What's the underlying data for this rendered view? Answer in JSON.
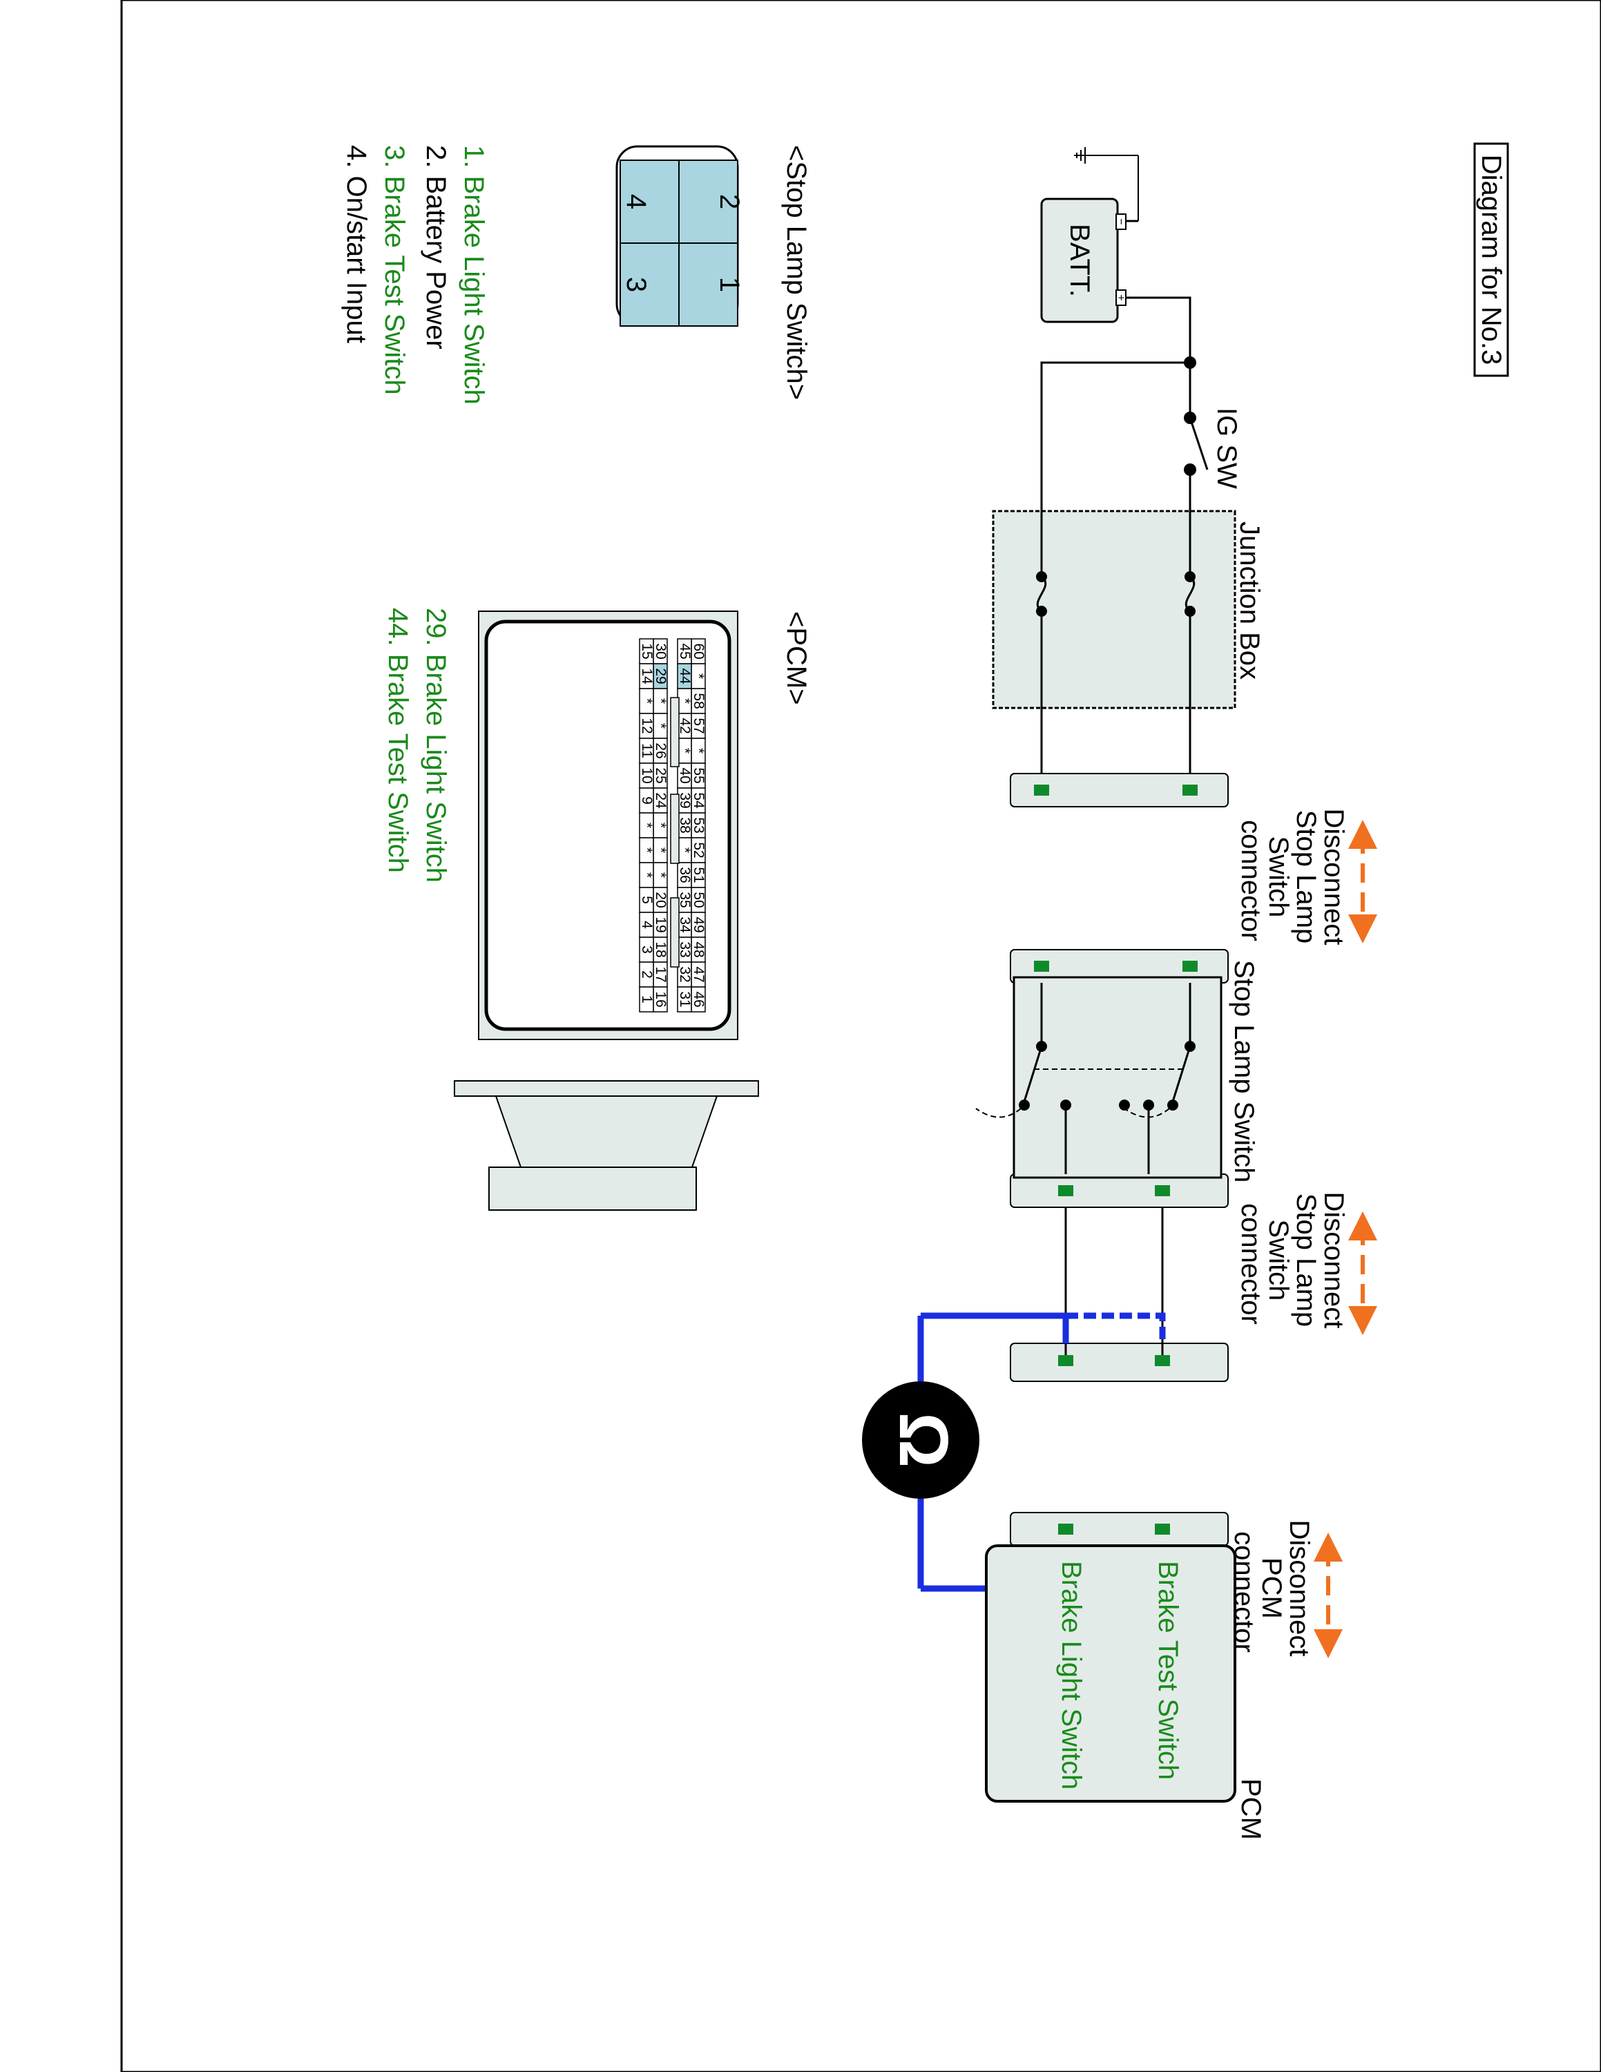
{
  "title": "Diagram for No.3",
  "colors": {
    "accent_green": "#1a8a1a",
    "pin_fill": "#a8d5df",
    "component_fill": "#e3ebe9",
    "test_wire": "#1a2ee0",
    "arrow": "#f07020",
    "terminal": "#0f8a2a"
  },
  "circuit": {
    "batt": "BATT.",
    "ig_sw": "IG SW",
    "junction_box": "Junction Box",
    "stop_lamp_switch": "Stop Lamp Switch",
    "pcm": "PCM",
    "pcm_brake_test": "Brake Test Switch",
    "pcm_brake_light": "Brake Light Switch",
    "disconnect_1": [
      "Disconnect",
      "Stop Lamp",
      "Switch",
      "connector"
    ],
    "disconnect_2": [
      "Disconnect",
      "Stop Lamp",
      "Switch",
      "connector"
    ],
    "disconnect_3": [
      "Disconnect",
      "PCM",
      "connector"
    ],
    "meter_icon": "ohmmeter-icon"
  },
  "stop_lamp_connector": {
    "title": "<Stop Lamp Switch>",
    "pins": [
      "1",
      "2",
      "3",
      "4"
    ],
    "legend": [
      {
        "text": "1. Brake Light Switch",
        "highlight": true
      },
      {
        "text": "2. Battery Power",
        "highlight": false
      },
      {
        "text": "3. Brake Test Switch",
        "highlight": true
      },
      {
        "text": "4. On/start Input",
        "highlight": false
      }
    ]
  },
  "pcm_connector": {
    "title": "<PCM>",
    "rows": [
      [
        "60",
        "*",
        "58",
        "57",
        "*",
        "55",
        "54",
        "53",
        "52",
        "51",
        "50",
        "49",
        "48",
        "47",
        "46"
      ],
      [
        "45",
        "44",
        "*",
        "42",
        "*",
        "40",
        "39",
        "38",
        "*",
        "36",
        "35",
        "34",
        "33",
        "32",
        "31"
      ],
      [
        "30",
        "29",
        "*",
        "*",
        "26",
        "25",
        "24",
        "*",
        "*",
        "*",
        "20",
        "19",
        "18",
        "17",
        "16"
      ],
      [
        "15",
        "14",
        "*",
        "12",
        "11",
        "10",
        "9",
        "*",
        "*",
        "*",
        "5",
        "4",
        "3",
        "2",
        "1"
      ]
    ],
    "highlighted_pins": [
      "44",
      "29"
    ],
    "legend": [
      {
        "text": "29. Brake Light Switch",
        "highlight": true
      },
      {
        "text": "44. Brake Test Switch",
        "highlight": true
      }
    ]
  }
}
